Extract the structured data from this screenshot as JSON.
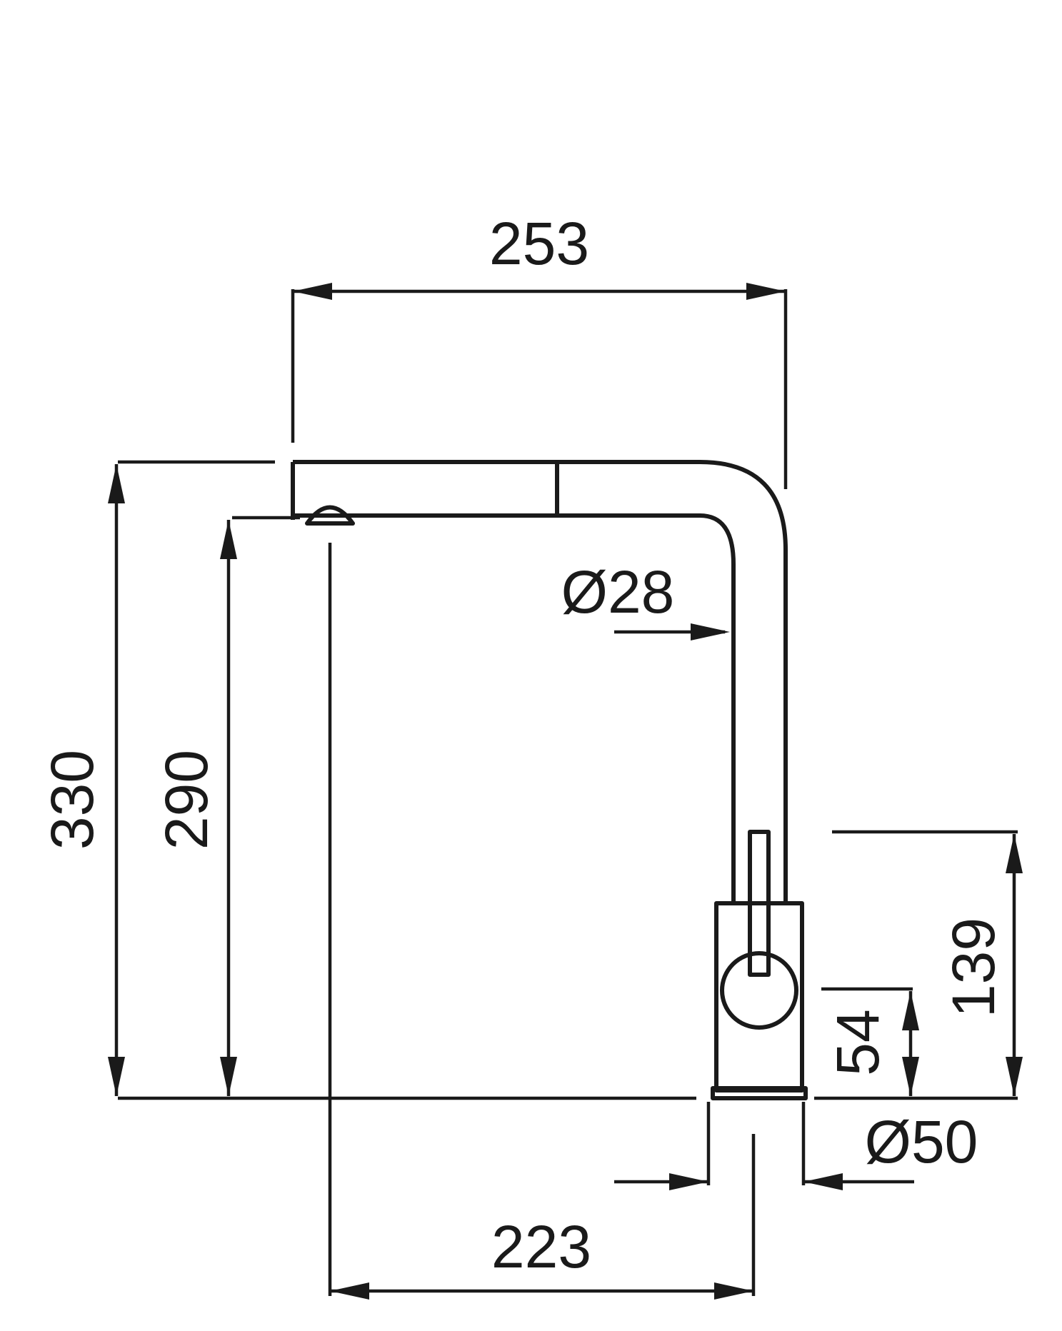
{
  "dimensions": {
    "overall_width": "253",
    "spout_diameter": "Ø28",
    "overall_height": "330",
    "spout_outlet_height": "290",
    "handle_height": "139",
    "lever_axis_height": "54",
    "base_diameter": "Ø50",
    "spout_reach": "223"
  },
  "colors": {
    "ink": "#1a1a1a",
    "background": "#ffffff"
  }
}
